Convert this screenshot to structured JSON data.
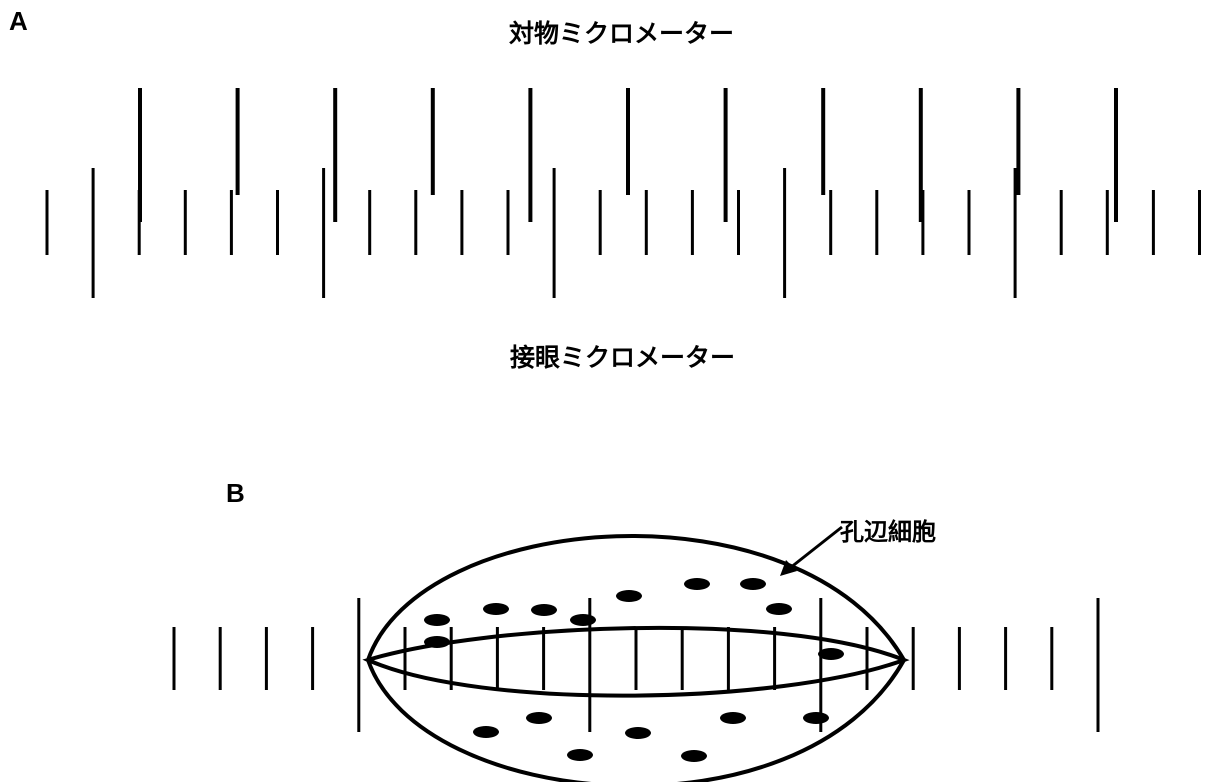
{
  "panel_a": {
    "label": "A",
    "objective_micrometer_title": "対物ミクロメーター",
    "ocular_micrometer_title": "接眼ミクロメーター"
  },
  "panel_b": {
    "label": "B",
    "guard_cell_label": "孔辺細胞"
  }
}
